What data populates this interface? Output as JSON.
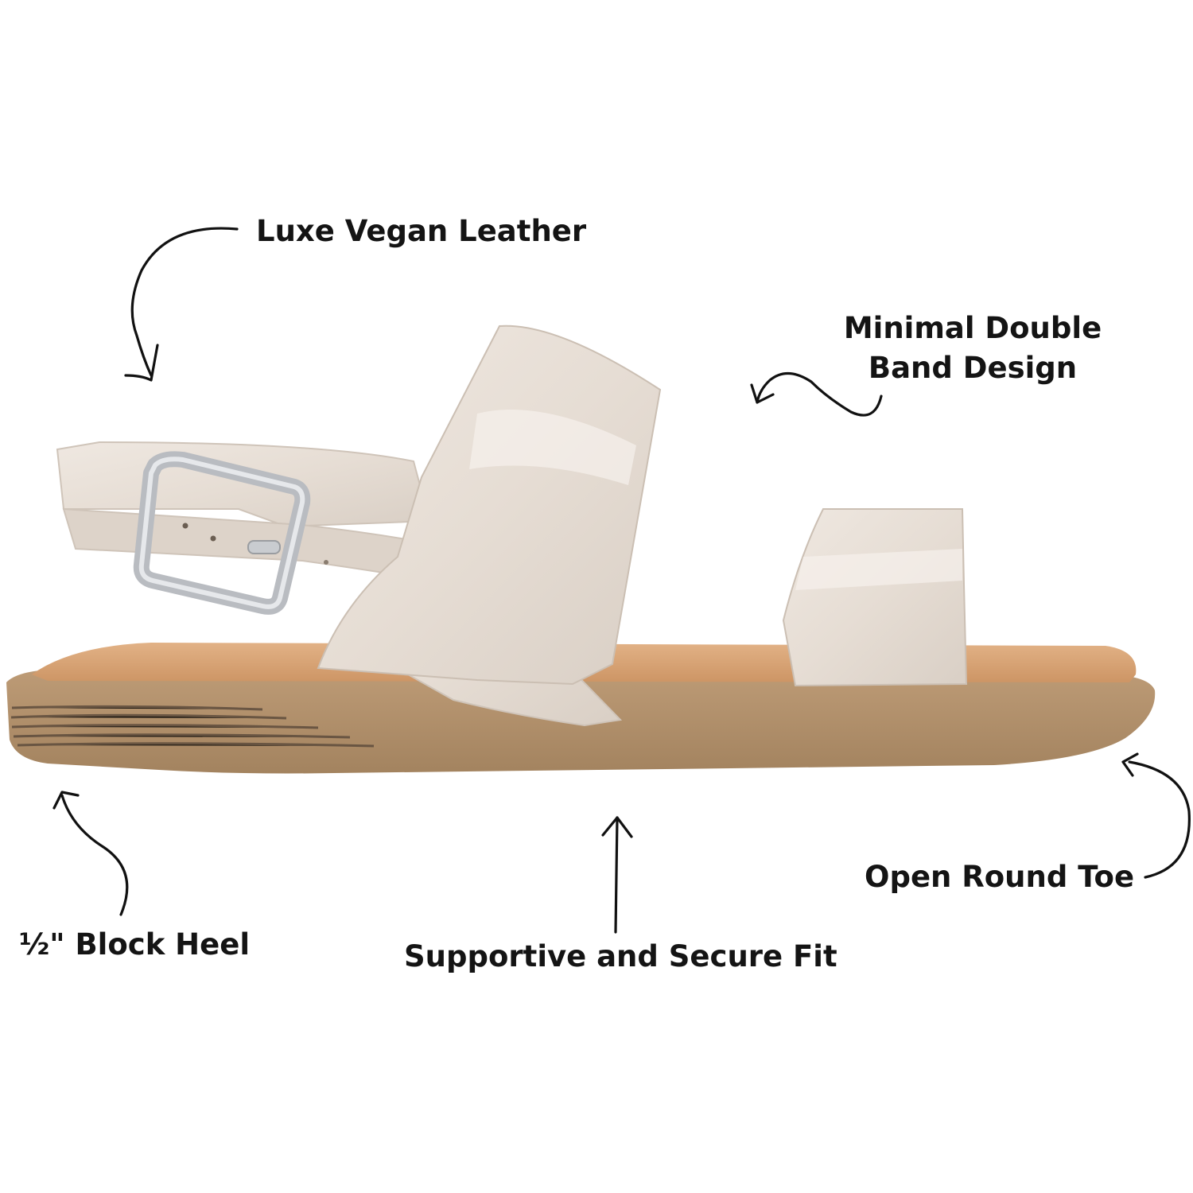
{
  "callouts": {
    "luxe_vegan_leather": "Luxe Vegan Leather",
    "double_band_line1": "Minimal Double",
    "double_band_line2": "Band Design",
    "block_heel": "½\" Block Heel",
    "secure_fit": "Supportive and Secure Fit",
    "open_toe": "Open Round Toe"
  },
  "icons": {
    "callout_arrows": "hand-drawn-arrow-icon",
    "buckle": "metal-buckle-icon"
  },
  "colors": {
    "strap": "#e6ddd4",
    "footbed": "#d7a272",
    "sole": "#b08f6b",
    "heel_stack": "#6a5847",
    "buckle": "#c9ccd0",
    "text": "#141414"
  }
}
